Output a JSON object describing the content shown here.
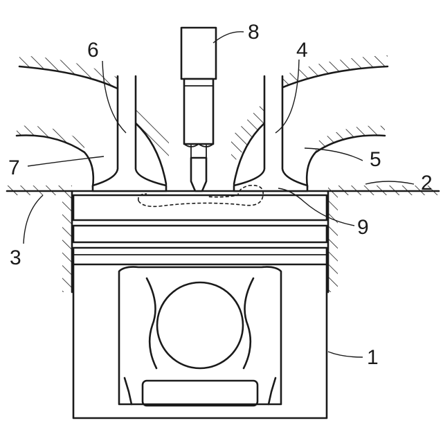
{
  "labels": {
    "piston": "1",
    "cylinder_head_bottom_right": "2",
    "cylinder_head_bottom_left": "3",
    "exhaust_valve": "4",
    "exhaust_port": "5",
    "intake_valve": "6",
    "intake_port": "7",
    "injector": "8",
    "cavity": "9"
  }
}
